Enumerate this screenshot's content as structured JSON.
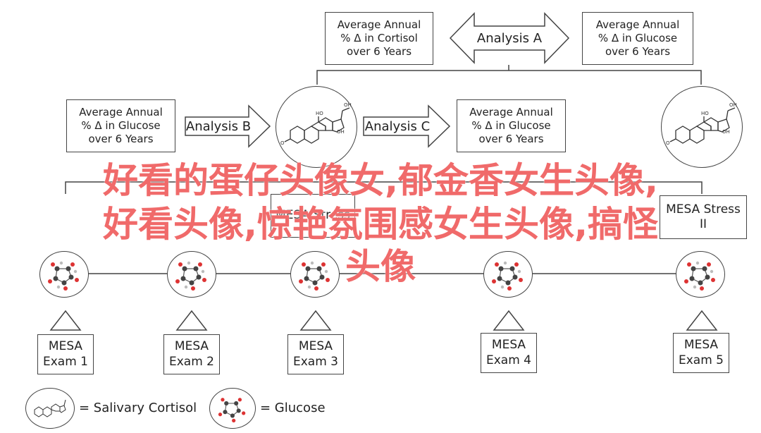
{
  "top_boxes": {
    "cortisol": "Average Annual\n% Δ in Cortisol\nover 6 Years",
    "glucose_right": "Average Annual\n% Δ in Glucose\nover 6 Years",
    "glucose_left": "Average Annual\n% Δ in Glucose\nover 6 Years",
    "glucose_mid": "Average Annual\n% Δ in Glucose\nover 6 Years"
  },
  "analysis": {
    "a": "Analysis A",
    "b": "Analysis B",
    "c": "Analysis C"
  },
  "stress": {
    "i": "MESA Stress",
    "ii": "MESA Stress II"
  },
  "exams": [
    "MESA\nExam 1",
    "MESA\nExam 2",
    "MESA\nExam 3",
    "MESA\nExam 4",
    "MESA\nExam 5"
  ],
  "legend": {
    "cortisol": "= Salivary Cortisol",
    "glucose": "= Glucose"
  },
  "overlay": {
    "line1": "好看的蛋仔头像女,郁金香女生头像,",
    "line2": "好看头像,惊艳氛围感女生头像,搞怪",
    "line3": "头像"
  },
  "colors": {
    "overlay": "#f06a6a",
    "line": "#444444"
  }
}
